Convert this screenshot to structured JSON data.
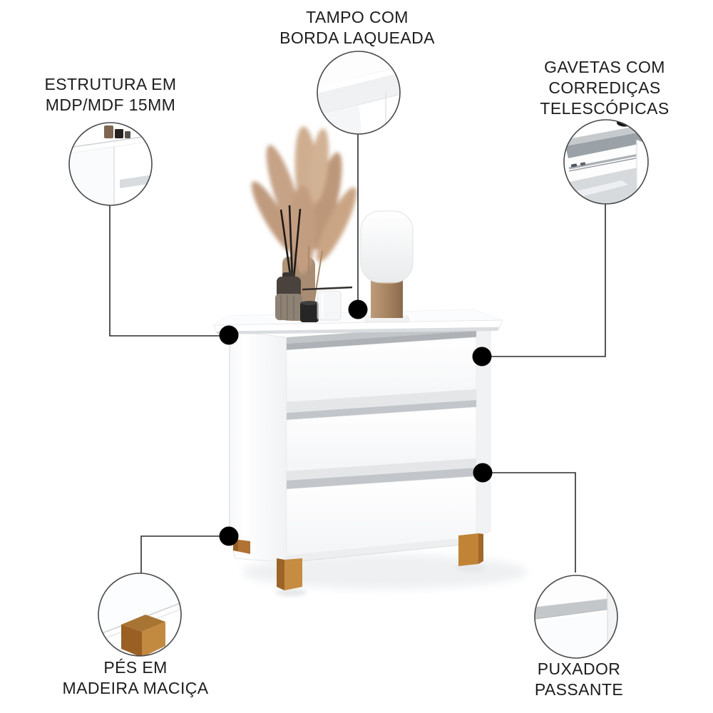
{
  "callouts": [
    {
      "id": "tampo-borda-laqueada",
      "lines": [
        "TAMPO COM",
        "BORDA LAQUEADA"
      ]
    },
    {
      "id": "estrutura-mdp-mdf",
      "lines": [
        "ESTRUTURA EM",
        "MDP/MDF 15MM"
      ]
    },
    {
      "id": "gavetas-corredicas",
      "lines": [
        "GAVETAS COM",
        "CORREDIÇAS",
        "TELESCÓPICAS"
      ]
    },
    {
      "id": "pes-madeira-macica",
      "lines": [
        "PÉS EM",
        "MADEIRA MACIÇA"
      ]
    },
    {
      "id": "puxador-passante",
      "lines": [
        "PUXADOR",
        "PASSANTE"
      ]
    }
  ],
  "colors": {
    "text": "#1c1c1c",
    "callout_line": "#2c2c2c",
    "callout_dot": "#000000",
    "detail_circle_border": "#4a4a4a",
    "furniture_white": "#ffffff",
    "groove_gray": "#c2c5c9",
    "wood_light": "#c68c42",
    "wood_dark": "#9c6527",
    "pampas_tan": "#c6a286",
    "lamp_base_bronze": "#a5825f"
  }
}
